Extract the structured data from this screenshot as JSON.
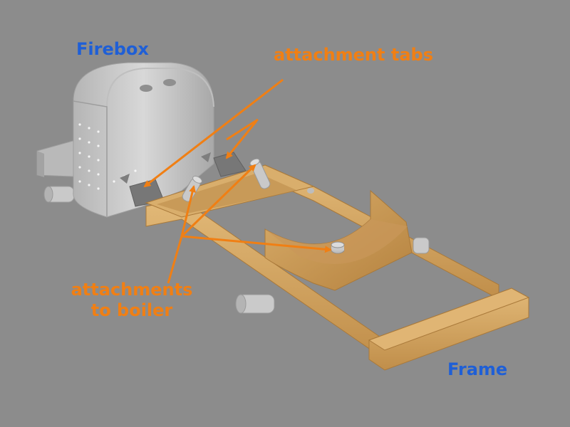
{
  "labels": {
    "firebox": "Firebox",
    "attachment_tabs": "attachment tabs",
    "attachments_line1": "attachments",
    "attachments_line2": "to boiler",
    "frame": "Frame"
  },
  "colors": {
    "background": "#8c8c8c",
    "label_blue": "#1f5fd6",
    "label_orange": "#f07f14",
    "firebox_gray": "#c4c4c4",
    "frame_wood": "#d4a660"
  }
}
